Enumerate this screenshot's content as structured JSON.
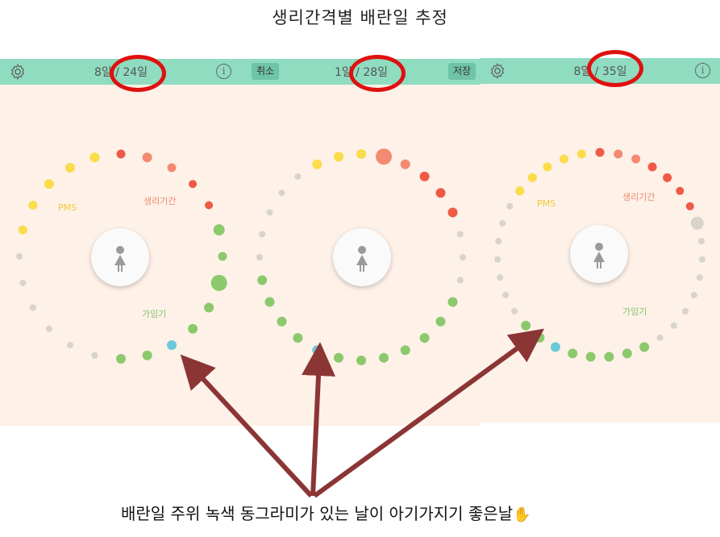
{
  "title": "생리간격별 배란일 추정",
  "panels": [
    {
      "header_text": "8일 / 24일",
      "left_control": "gear-icon",
      "right_control": "info-icon",
      "labels": {
        "pms": "PMS",
        "period": "생리기간",
        "fertile": "가임기"
      }
    },
    {
      "header_text": "1일 / 28일",
      "left_button": "취소",
      "right_button": "저장"
    },
    {
      "header_text": "8일 / 35일",
      "left_control": "gear-icon",
      "right_control": "info-icon",
      "labels": {
        "pms": "PMS",
        "period": "생리기간",
        "fertile": "가임기"
      }
    }
  ],
  "info_glyph": "i",
  "caption": "배란일 주위 녹색 동그라미가 있는 날이 아기가지기 좋은날",
  "colors": {
    "header": "#8fdcc0",
    "background": "#fdf1e8",
    "pms": "#fbdc4a",
    "period": "#ee5a45",
    "fertile": "#8cc96c",
    "ovulation": "#6cc9d9",
    "neutral": "#d8d3cd",
    "arrow": "#8b3535",
    "highlight_ring": "#e01010"
  }
}
